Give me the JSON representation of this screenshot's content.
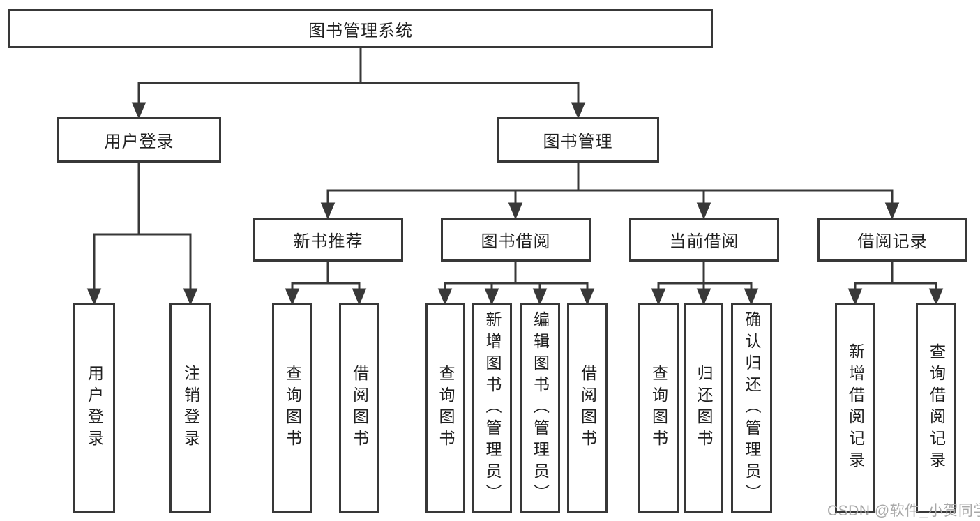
{
  "nodes": {
    "root": "图书管理系统",
    "level2": [
      "用户登录",
      "图书管理"
    ],
    "level3": [
      "新书推荐",
      "图书借阅",
      "当前借阅",
      "借阅记录"
    ],
    "leaves_login": [
      "用户登录",
      "注销登录"
    ],
    "leaves_newbook": [
      "查询图书",
      "借阅图书"
    ],
    "leaves_borrow": [
      "查询图书",
      "新增图书（管理员）",
      "编辑图书（管理员）",
      "借阅图书"
    ],
    "leaves_current": [
      "查询图书",
      "归还图书",
      "确认归还（管理员）"
    ],
    "leaves_record": [
      "新增借阅记录",
      "查询借阅记录"
    ]
  },
  "watermark": "CSDN @软件_小贺同学",
  "colors": {
    "line": "#383838",
    "text": "#1f1f1f",
    "watermark": "#a8a8a8",
    "background": "#ffffff"
  }
}
